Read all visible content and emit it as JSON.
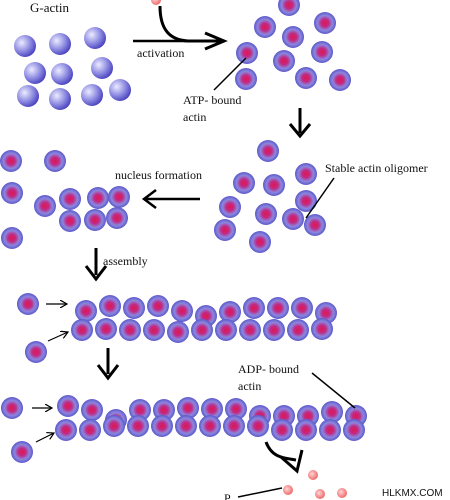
{
  "labels": {
    "g_actin": "G-actin",
    "activation": "activation",
    "atp_bound_line1": "ATP- bound",
    "atp_bound_line2": "actin",
    "stable_oligomer": "Stable actin oligomer",
    "nucleus_formation": "nucleus formation",
    "assembly": "assembly",
    "adp_bound_line1": "ADP- bound",
    "adp_bound_line2": "actin",
    "phosphate": "P"
  },
  "watermark": "HLKMX.COM",
  "colors": {
    "monomer_outer": "#3b33b8",
    "monomer_mid": "#8a88e0",
    "monomer_highlight": "#ecebff",
    "nucleotide_center": "#e0174f",
    "phosphate_light": "#ffd6d6",
    "phosphate_dark": "#ec5a5a",
    "arrow": "#000000"
  }
}
